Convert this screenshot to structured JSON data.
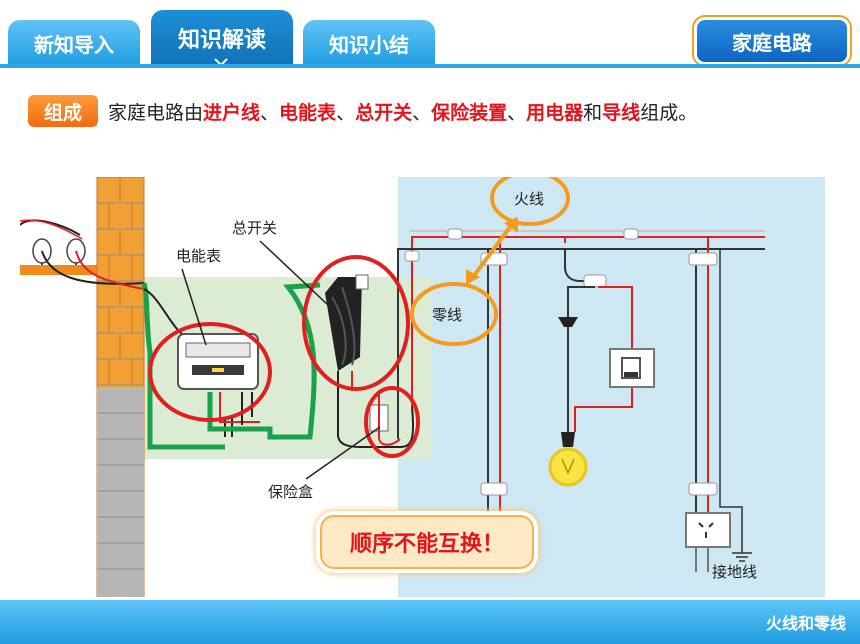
{
  "tabs": [
    {
      "label": "新知导入"
    },
    {
      "label": "知识解读"
    },
    {
      "label": "知识小结"
    }
  ],
  "title_badge": "家庭电路",
  "intro": {
    "badge": "组成",
    "parts": [
      "家庭电路由",
      "进户线",
      "、",
      "电能表",
      "、",
      "总开关",
      "、",
      "保险装置",
      "、",
      "用电器",
      "和",
      "导线",
      "组成。"
    ]
  },
  "diagram": {
    "labels": {
      "meter": "电能表",
      "main_switch": "总开关",
      "fuse_box": "保险盒",
      "live_wire": "火线",
      "neutral_wire": "零线",
      "ground_wire": "接地线"
    }
  },
  "alert": "顺序不能互换！",
  "footer": "火线和零线",
  "colors": {
    "accent_blue": "#2fa6e8",
    "active_tab": "#1172b8",
    "highlight_red": "#e3141b",
    "badge_orange": "#f26b12",
    "live_wire_red": "#e02020",
    "ground_wire_green": "#1aa24a",
    "annotation_orange": "#f59a1e"
  }
}
